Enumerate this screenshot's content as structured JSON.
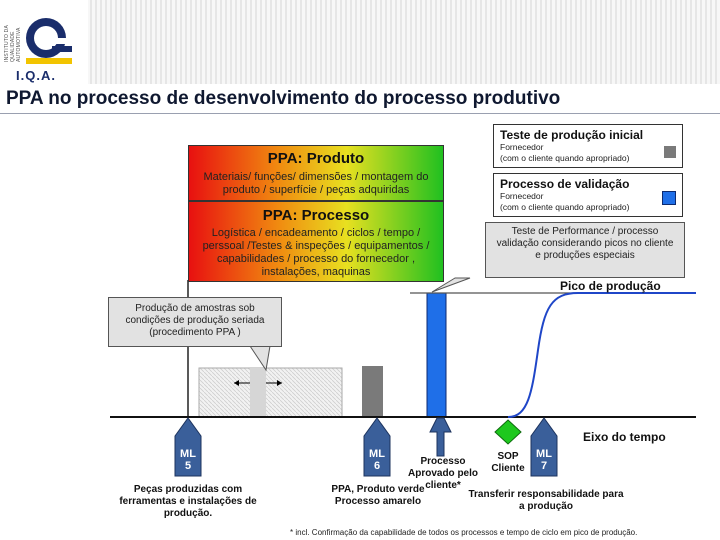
{
  "logo": {
    "vertical_text": "INSTITUTO DA QUALIDADE AUTOMOTIVA",
    "caption": "I.Q.A."
  },
  "title": "PPA no processo de desenvolvimento do processo produtivo",
  "ppa_produto": {
    "title": "PPA: Produto",
    "body": "Materiais/ funções/ dimensões / montagem do produto / superfície / peças adquiridas"
  },
  "ppa_processo": {
    "title": "PPA: Processo",
    "body": "Logística / encadeamento / ciclos  / tempo / perssoal  /Testes & inspeções / equipamentos / capabilidades / processo do fornecedor , instalações, maquinas"
  },
  "teste_producao": {
    "title": "Teste de produção inicial",
    "sub1": "Fornecedor",
    "sub2": "(com o cliente quando apropriado)",
    "color": "#7a7a7a"
  },
  "processo_validacao": {
    "title": "Processo de validação",
    "sub1": "Fornecedor",
    "sub2": "(com o cliente quando apropriado)",
    "color": "#1f6fe8"
  },
  "callout_performance": "Teste de Performance  / processo validação considerando picos no cliente e produções especiais",
  "callout_amostras": "Produção de amostras sob condições de produção seriada (procedimento PPA )",
  "pico_label": "Pico de produção",
  "eixo_label": "Eixo do tempo",
  "milestones": {
    "ml5": {
      "line1": "ML",
      "line2": "5",
      "desc": "Peças produzidas com ferramentas  e instalações de produção."
    },
    "ml6": {
      "line1": "ML",
      "line2": "6",
      "desc": "PPA, Produto verde Processo amarelo"
    },
    "ml7": {
      "line1": "ML",
      "line2": "7",
      "desc": "Transferir responsabilidade para a produção"
    },
    "processo_aprovado": "Processo Aprovado pelo cliente*",
    "sop": {
      "line1": "SOP",
      "line2": "Cliente"
    }
  },
  "colors": {
    "milestone": "#3a5f9a",
    "sop": "#1ec81e",
    "curve": "#1f46c8",
    "blue_bar": "#1f6fe8",
    "gray_bar": "#7a7a7a",
    "light_bar": "#d6d6d6"
  },
  "footnote": "* incl. Confirmação da capabilidade de todos os processos  e tempo de ciclo em pico de produção."
}
